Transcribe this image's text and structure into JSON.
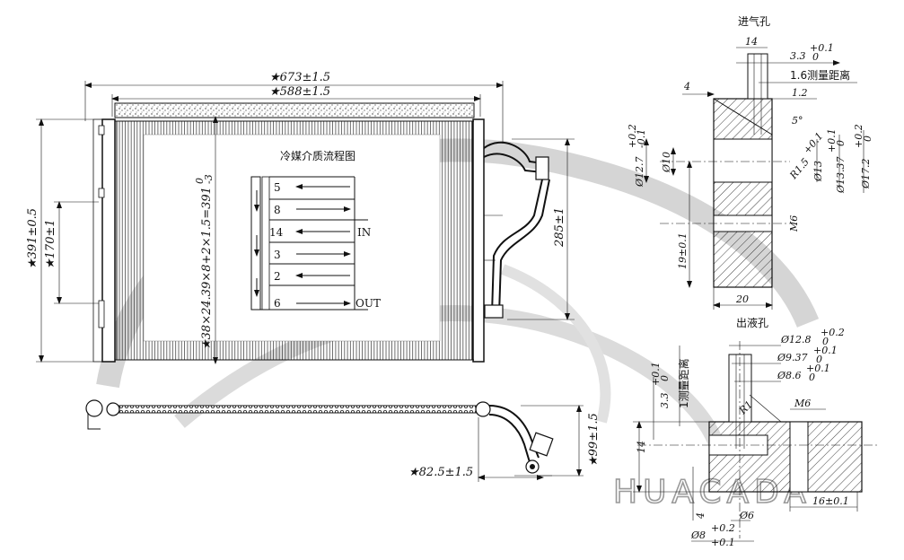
{
  "watermark": "HUACADA",
  "main_view": {
    "dim_overall_length": "★673±1.5",
    "dim_core_length": "★588±1.5",
    "dim_height": "★391±0.5",
    "dim_170": "★170±1",
    "dim_285": "285±1",
    "dim_core_spec": "★38×24.39×8+2×1.5=391",
    "dim_core_spec_tol_top": "0",
    "dim_core_spec_tol_bot": "-3"
  },
  "flow_diagram": {
    "title": "冷媒介质流程图",
    "passes": [
      "5",
      "8",
      "14",
      "3",
      "2",
      "6"
    ],
    "in_label": "IN",
    "out_label": "OUT"
  },
  "bottom_view": {
    "dim_width": "★82.5±1.5",
    "dim_height": "★99±1.5"
  },
  "inlet_detail": {
    "title": "进气孔",
    "d14": "14",
    "d3_3": "3.3",
    "d3_3_tol_top": "+0.1",
    "d3_3_tol_bot": "0",
    "d1_6": "1.6测量距离",
    "d1_2": "1.2",
    "d4": "4",
    "d5deg": "5°",
    "dia12_7": "Ø12.7",
    "dia12_7_tol_top": "+0.2",
    "dia12_7_tol_bot": "-0.1",
    "dia10": "Ø10",
    "r1_5": "R1.5",
    "r1_5_tol": "+0.1",
    "dia13": "Ø13",
    "dia13_37": "Ø13.37",
    "dia13_37_tol_top": "+0.1",
    "dia13_37_tol_bot": "0",
    "dia17_2": "Ø17.2",
    "dia17_2_tol_top": "+0.2",
    "dia17_2_tol_bot": "0",
    "m6": "M6",
    "d19": "19±0.1",
    "d20": "20"
  },
  "outlet_detail": {
    "title": "出液孔",
    "dia12_8": "Ø12.8",
    "dia12_8_tol_top": "+0.2",
    "dia12_8_tol_bot": "0",
    "dia9_37": "Ø9.37",
    "dia9_37_tol_top": "+0.1",
    "dia9_37_tol_bot": "0",
    "dia8_6": "Ø8.6",
    "dia8_6_tol_top": "+0.1",
    "dia8_6_tol_bot": "0",
    "d1_measure": "1测量距离",
    "d3_3": "3.3",
    "d3_3_tol_top": "+0.1",
    "d3_3_tol_bot": "0",
    "r1": "R1",
    "m6": "M6",
    "d14": "14",
    "d4": "4",
    "dia6": "Ø6",
    "d16": "16±0.1",
    "dia8": "Ø8",
    "dia8_tol_top": "+0.2",
    "dia8_tol_bot": "+0.1"
  }
}
